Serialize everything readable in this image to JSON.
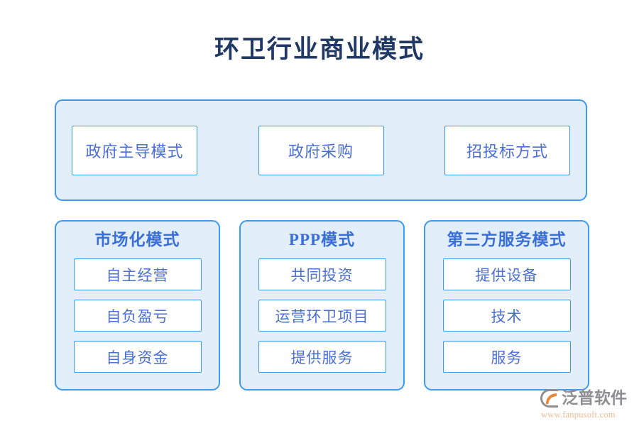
{
  "title": "环卫行业商业模式",
  "colors": {
    "title_text": "#1f3864",
    "panel_fill": "#e3eefb",
    "panel_border": "#3d9aee",
    "cell_fill": "#ffffff",
    "cell_text": "#4a6fd6",
    "header_text": "#3b6fd8",
    "logo_text": "#8f8f91",
    "logo_accent": "#e8883a",
    "logo_url_text": "#f0bb96"
  },
  "top_panel": {
    "cells": [
      {
        "label": "政府主导模式"
      },
      {
        "label": "政府采购"
      },
      {
        "label": "招投标方式"
      }
    ]
  },
  "columns": [
    {
      "header": "市场化模式",
      "items": [
        {
          "label": "自主经营"
        },
        {
          "label": "自负盈亏"
        },
        {
          "label": "自身资金"
        }
      ]
    },
    {
      "header": "PPP模式",
      "items": [
        {
          "label": "共同投资"
        },
        {
          "label": "运营环卫项目"
        },
        {
          "label": "提供服务"
        }
      ]
    },
    {
      "header": "第三方服务模式",
      "items": [
        {
          "label": "提供设备"
        },
        {
          "label": "技术",
          "": ""
        },
        {
          "label": "服务"
        }
      ]
    }
  ],
  "watermark": {
    "brand": "泛普软件",
    "url": "www.fanpusoft.com",
    "icon": "fanpu-swoosh-logo-icon"
  }
}
